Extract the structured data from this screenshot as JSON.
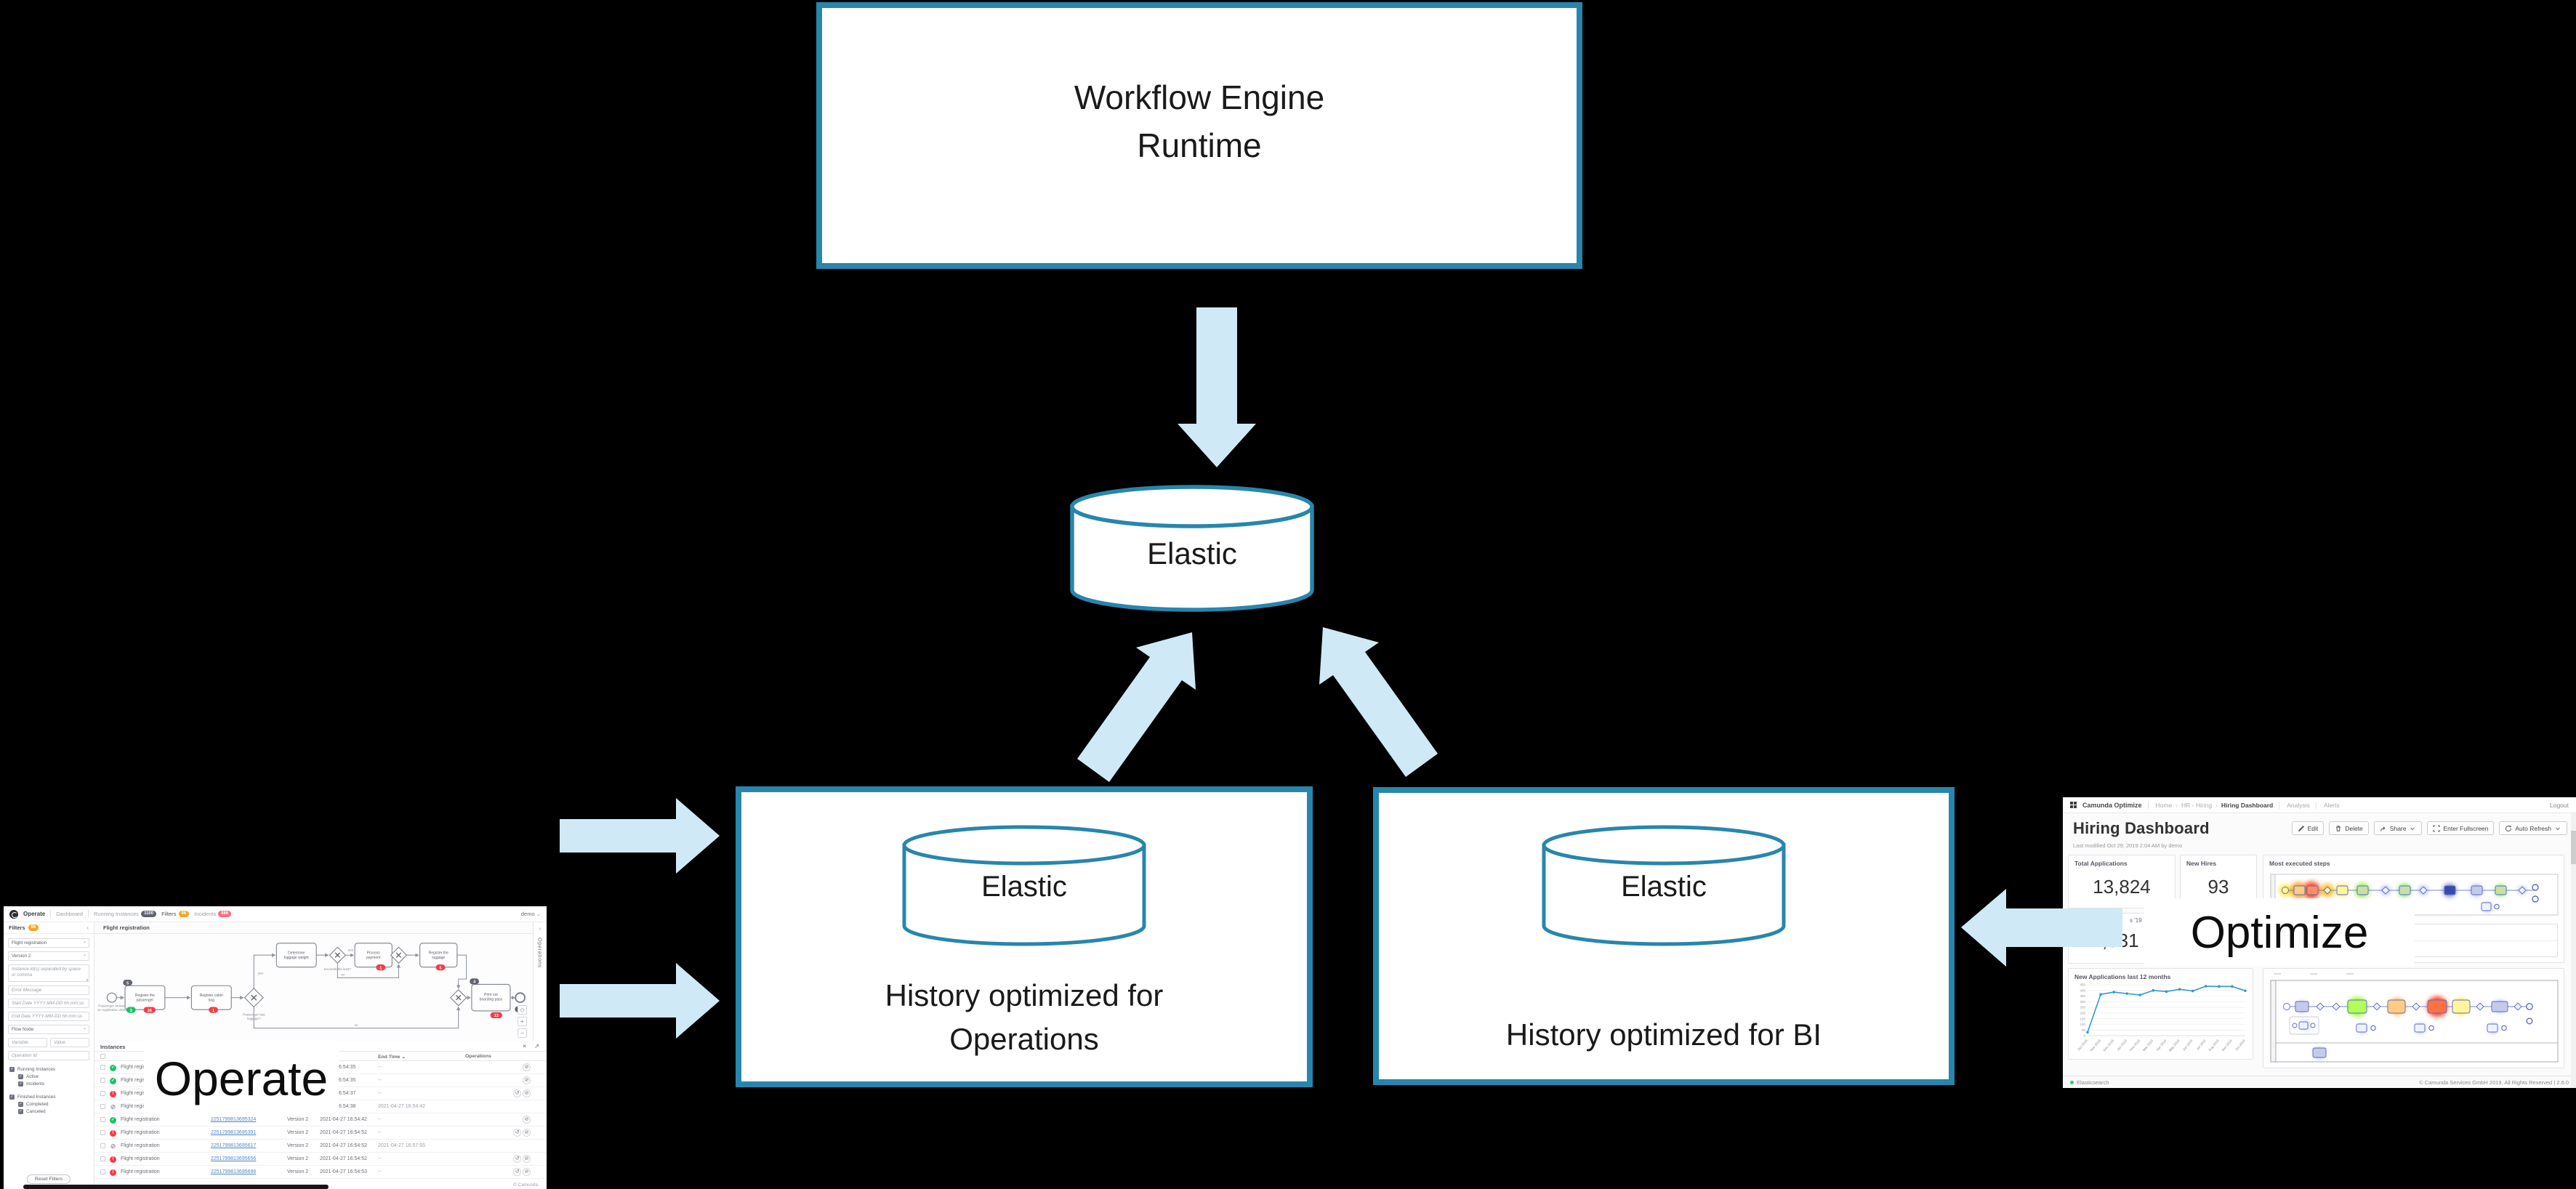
{
  "colors": {
    "accent_border": "#2786ad",
    "arrow_fill": "#cfe9f6",
    "operate_orange_badge": "#f7a422",
    "operate_red_badge": "#fc6d77",
    "operate_dark_badge": "#5e636e",
    "state_green": "#1bc35e",
    "state_red": "#f43d49",
    "link_blue": "#4f86c6",
    "optimize_line_blue": "#2e9bd2"
  },
  "diagram": {
    "workflow_line1": "Workflow Engine",
    "workflow_line2": "Runtime",
    "central_db_label": "Elastic",
    "operations_box": {
      "db_label": "Elastic",
      "caption_line1": "History optimized for",
      "caption_line2": "Operations"
    },
    "bi_box": {
      "db_label": "Elastic",
      "caption": "History optimized for BI"
    }
  },
  "operate_app": {
    "overlay_label": "Operate",
    "navbar": {
      "brand": "Operate",
      "user": "demo",
      "items": [
        {
          "label": "Dashboard",
          "badge": "",
          "type": "plain",
          "divider": true,
          "active": false
        },
        {
          "label": "Running Instances",
          "badge": "1100",
          "type": "dark",
          "divider": true,
          "active": false
        },
        {
          "label": "Filters",
          "badge": "86",
          "type": "orange",
          "divider": false,
          "active": true
        },
        {
          "label": "Incidents",
          "badge": "886",
          "type": "red",
          "divider": false,
          "active": false
        }
      ]
    },
    "sidebar": {
      "title": "Filters",
      "badge": "86",
      "reset_button": "Reset Filters",
      "fields": [
        {
          "text": "Flight registration",
          "type": "select"
        },
        {
          "text": "Version 2",
          "type": "select"
        },
        {
          "text": "Instance Id(s) separated by space or comma",
          "type": "textarea"
        },
        {
          "text": "Error Message",
          "type": "input"
        },
        {
          "text": "Start Date YYYY-MM-DD hh:mm:ss",
          "type": "input"
        },
        {
          "text": "End Date YYYY-MM-DD hh:mm:ss",
          "type": "input"
        },
        {
          "text": "Flow Node",
          "type": "select"
        },
        {
          "text": "Variable",
          "type": "half"
        },
        {
          "text": "Value",
          "type": "half"
        },
        {
          "text": "Operation Id",
          "type": "input"
        }
      ],
      "checks": [
        {
          "label": "Running Instances",
          "indent": 0,
          "gap": false
        },
        {
          "label": "Active",
          "indent": 1,
          "gap": false
        },
        {
          "label": "Incidents",
          "indent": 1,
          "gap": false
        },
        {
          "label": "Finished Instances",
          "indent": 0,
          "gap": true
        },
        {
          "label": "Completed",
          "indent": 1,
          "gap": false
        },
        {
          "label": "Canceled",
          "indent": 1,
          "gap": false
        }
      ]
    },
    "panel_title": "Flight registration",
    "ops_panel_label": "Operations",
    "bpmn": {
      "start_l1": "Passenger arrived",
      "start_l2": "on registration desk",
      "t1_l1": "Register the",
      "t1_l2": "passenger",
      "t2_l1": "Register cabin",
      "t2_l2": "bag",
      "t3_l1": "Determine",
      "t3_l2": "luggage weight",
      "t4_l1": "Process",
      "t4_l2": "payment",
      "t5_l1": "Register the",
      "t5_l2": "luggage",
      "t6_l1": "Print out",
      "t6_l2": "boarding pass",
      "gw1_l1": "Passenger has",
      "gw1_l2": "luggage?",
      "gw2_label": "Exceeds the limit?",
      "yes1": "yes",
      "yes2": "yes",
      "no1": "no",
      "no2": "no",
      "badge_t1_top": "5",
      "badge_t1_green": "3",
      "badge_t1_red": "36",
      "badge_t2_red": "1",
      "badge_t4_red": "1",
      "badge_t5_red": "5",
      "badge_t6_top": "4",
      "badge_t6_red": "13",
      "badge_end": "10"
    },
    "table": {
      "header": "Instances",
      "col_end_time": "End Time",
      "col_operations": "Operations",
      "footer": "© Camunda",
      "rows": [
        {
          "covered": true,
          "state": "active",
          "name": "Flight registration",
          "id": "",
          "version": "",
          "start": "6:54:35",
          "end": "--",
          "ops": [
            "cancel"
          ]
        },
        {
          "covered": true,
          "state": "active",
          "name": "Flight registration",
          "id": "",
          "version": "",
          "start": "6:54:35",
          "end": "--",
          "ops": [
            "cancel"
          ]
        },
        {
          "covered": true,
          "state": "incident",
          "name": "Flight registration",
          "id": "",
          "version": "",
          "start": "6:54:37",
          "end": "--",
          "ops": [
            "retry",
            "cancel"
          ]
        },
        {
          "covered": true,
          "state": "canceled",
          "name": "Flight registration",
          "id": "",
          "version": "",
          "start": "6:54:38",
          "end": "2021-04-27 16:54:42",
          "ops": []
        },
        {
          "covered": false,
          "state": "active",
          "name": "Flight registration",
          "id": "2251799813695324",
          "version": "Version 2",
          "start": "2021-04-27 16:54:42",
          "end": "--",
          "ops": [
            "cancel"
          ]
        },
        {
          "covered": false,
          "state": "incident",
          "name": "Flight registration",
          "id": "2251799813695391",
          "version": "Version 2",
          "start": "2021-04-27 16:54:52",
          "end": "--",
          "ops": [
            "retry",
            "cancel"
          ]
        },
        {
          "covered": false,
          "state": "canceled",
          "name": "Flight registration",
          "id": "2251799813695617",
          "version": "Version 2",
          "start": "2021-04-27 16:54:52",
          "end": "2021-04-27 16:57:55",
          "ops": []
        },
        {
          "covered": false,
          "state": "incident",
          "name": "Flight registration",
          "id": "2251799813695656",
          "version": "Version 2",
          "start": "2021-04-27 16:54:52",
          "end": "--",
          "ops": [
            "retry",
            "cancel"
          ]
        },
        {
          "covered": false,
          "state": "incident",
          "name": "Flight registration",
          "id": "2251799813695696",
          "version": "Version 2",
          "start": "2021-04-27 16:54:53",
          "end": "--",
          "ops": [
            "retry",
            "cancel"
          ]
        }
      ]
    }
  },
  "optimize_app": {
    "overlay_label": "Optimize",
    "navbar": {
      "brand": "Camunda Optimize",
      "breadcrumbs": [
        "Home",
        "HR - Hiring",
        "Hiring Dashboard"
      ],
      "menu": [
        "Analysis",
        "Alerts"
      ],
      "logout": "Logout"
    },
    "page_title": "Hiring Dashboard",
    "last_modified": "Last modified Oct 29, 2019 2:04 AM by demo",
    "buttons": [
      {
        "icon": "pencil",
        "label": "Edit",
        "caret": false
      },
      {
        "icon": "trash",
        "label": "Delete",
        "caret": false
      },
      {
        "icon": "share",
        "label": "Share",
        "caret": true
      },
      {
        "icon": "fullscreen",
        "label": "Enter Fullscreen",
        "caret": false
      },
      {
        "icon": "refresh",
        "label": "Auto Refresh",
        "caret": true
      }
    ],
    "cards": {
      "total_applications": {
        "title": "Total Applications",
        "value": "13,824"
      },
      "new_hires": {
        "title": "New Hires",
        "value": "93"
      },
      "most_executed": {
        "title": "Most executed steps"
      },
      "covered_card": {
        "title_fragment": "s '19",
        "value_fragment": ",031"
      },
      "chart_card_title": "New Applications last 12 months"
    },
    "chart_data": {
      "type": "line",
      "title": "New Applications last 12 months",
      "x": [
        "Oct 2018",
        "Nov 2018",
        "Dec 2018",
        "Jan 2019",
        "Feb 2019",
        "Mar 2019",
        "Apr 2019",
        "May 2019",
        "Jun 2019",
        "Jul 2019",
        "Aug 2019",
        "Sep 2019",
        "Oct 2019"
      ],
      "values": [
        30,
        365,
        385,
        372,
        360,
        400,
        390,
        410,
        395,
        437,
        435,
        435,
        397
      ],
      "xlabel": "",
      "ylabel": "",
      "ylim": [
        0,
        450
      ],
      "ytick_step": 50,
      "grid": true,
      "legend": "none",
      "line_color": "#2e9bd2"
    },
    "footer": {
      "status": "Elasticsearch",
      "copyright": "© Camunda Services GmbH 2019, All Rights Reserved | 2.6.0"
    }
  }
}
